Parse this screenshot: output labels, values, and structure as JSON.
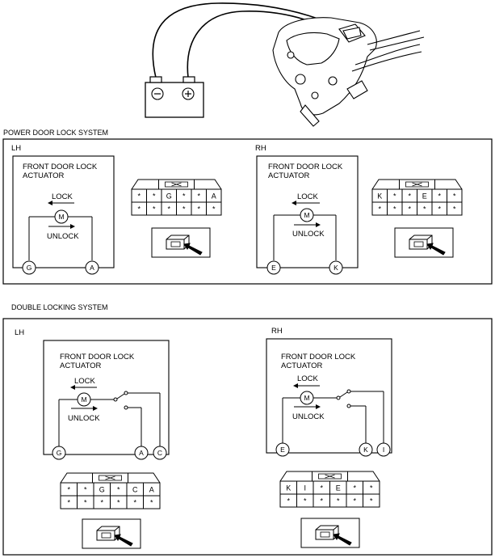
{
  "battery": {
    "minus": "⊖",
    "plus": "⊕"
  },
  "power_section": {
    "title": "POWER DOOR LOCK SYSTEM",
    "lh": {
      "side_label": "LH",
      "actuator_line1": "FRONT DOOR LOCK",
      "actuator_line2": "ACTUATOR",
      "lock": "LOCK",
      "unlock": "UNLOCK",
      "motor": "M",
      "term_left": "G",
      "term_right": "A",
      "connector_rows": [
        [
          "*",
          "*",
          "G",
          "*",
          "*",
          "A"
        ],
        [
          "*",
          "*",
          "*",
          "*",
          "*",
          "*"
        ]
      ]
    },
    "rh": {
      "side_label": "RH",
      "actuator_line1": "FRONT DOOR LOCK",
      "actuator_line2": "ACTUATOR",
      "lock": "LOCK",
      "unlock": "UNLOCK",
      "motor": "M",
      "term_left": "E",
      "term_right": "K",
      "connector_rows": [
        [
          "K",
          "*",
          "*",
          "E",
          "*",
          "*"
        ],
        [
          "*",
          "*",
          "*",
          "*",
          "*",
          "*"
        ]
      ]
    }
  },
  "double_section": {
    "title": "DOUBLE LOCKING SYSTEM",
    "lh": {
      "side_label": "LH",
      "actuator_line1": "FRONT DOOR LOCK",
      "actuator_line2": "ACTUATOR",
      "lock": "LOCK",
      "unlock": "UNLOCK",
      "motor": "M",
      "term_left": "G",
      "term_mid": "A",
      "term_right": "C",
      "connector_rows": [
        [
          "*",
          "*",
          "G",
          "*",
          "C",
          "A"
        ],
        [
          "*",
          "*",
          "*",
          "*",
          "*",
          "*"
        ]
      ]
    },
    "rh": {
      "side_label": "RH",
      "actuator_line1": "FRONT DOOR LOCK",
      "actuator_line2": "ACTUATOR",
      "lock": "LOCK",
      "unlock": "UNLOCK",
      "motor": "M",
      "term_left": "E",
      "term_mid": "K",
      "term_right": "I",
      "connector_rows": [
        [
          "K",
          "I",
          "*",
          "E",
          "*",
          "*"
        ],
        [
          "*",
          "*",
          "*",
          "*",
          "*",
          "*"
        ]
      ]
    }
  }
}
